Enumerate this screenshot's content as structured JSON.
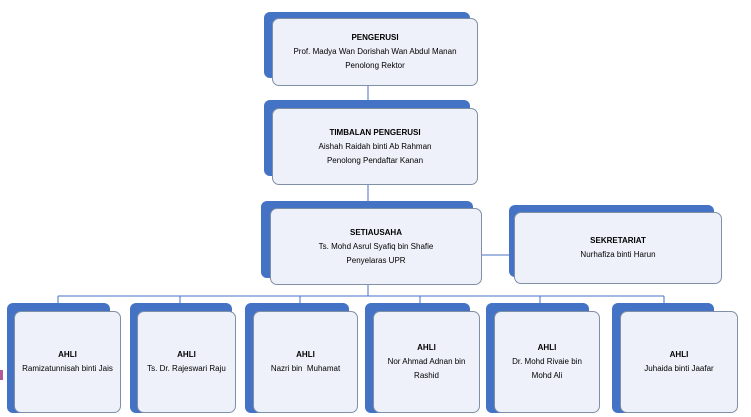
{
  "chart": {
    "pengerusi": {
      "title": "PENGERUSI",
      "name": "Prof. Madya Wan Dorishah Wan Abdul Manan",
      "role": "Penolong Rektor"
    },
    "timbalan": {
      "title": "TIMBALAN PENGERUSI",
      "name": "Aishah Raidah binti Ab Rahman",
      "role": "Penolong Pendaftar Kanan"
    },
    "setiausaha": {
      "title": "SETIAUSAHA",
      "name": "Ts. Mohd Asrul Syafiq bin Shafie",
      "role": "Penyelaras UPR"
    },
    "sekretariat": {
      "title": "SEKRETARIAT",
      "name": "Nurhafiza binti Harun"
    },
    "ahli": [
      {
        "title": "AHLI",
        "name": "Ramizatunnisah binti Jais"
      },
      {
        "title": "AHLI",
        "name": "Ts. Dr. Rajeswari Raju"
      },
      {
        "title": "AHLI",
        "name": "Nazri bin  Muhamat"
      },
      {
        "title": "AHLI",
        "name": "Nor Ahmad Adnan bin Rashid"
      },
      {
        "title": "AHLI",
        "name": "Dr. Mohd Rivaie bin Mohd Ali"
      },
      {
        "title": "AHLI",
        "name": "Juhaida binti Jaafar"
      }
    ]
  },
  "colors": {
    "accent_back": "#4472c4",
    "box_fill": "#eef1fa",
    "connector": "#4472c4"
  }
}
